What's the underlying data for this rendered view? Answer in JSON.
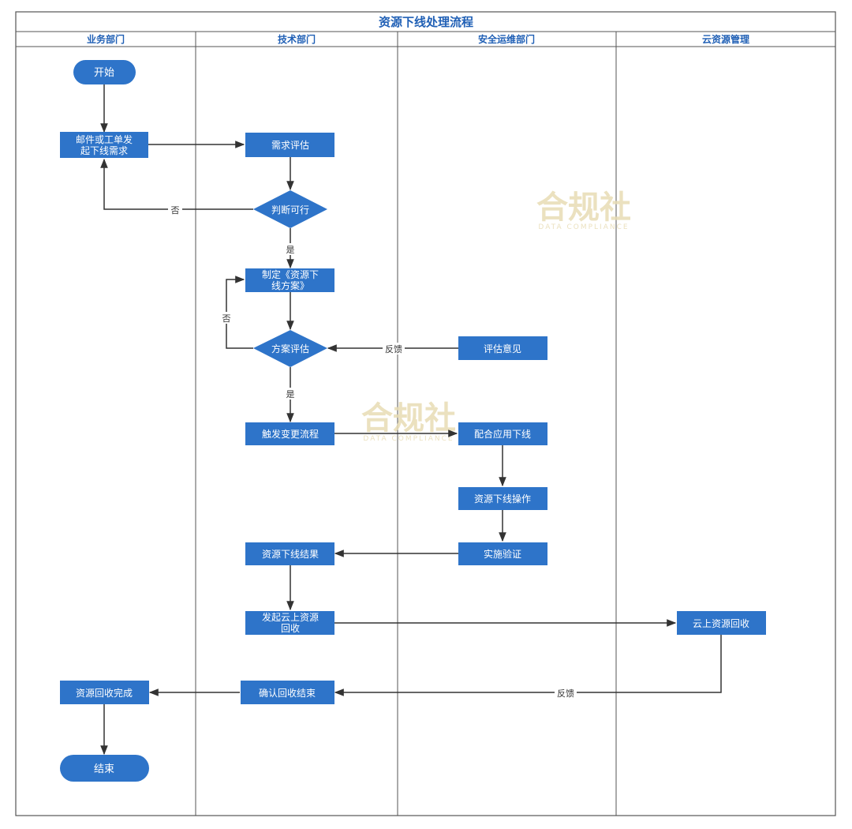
{
  "title": "资源下线处理流程",
  "lanes": [
    {
      "label": "业务部门"
    },
    {
      "label": "技术部门"
    },
    {
      "label": "安全运维部门"
    },
    {
      "label": "云资源管理"
    }
  ],
  "nodes": {
    "start": "开始",
    "request": [
      "邮件或工单发",
      "起下线需求"
    ],
    "assess": "需求评估",
    "feasible": "判断可行",
    "plan": [
      "制定《资源下",
      "线方案》"
    ],
    "plan_review": "方案评估",
    "opinion": "评估意见",
    "trigger": "触发变更流程",
    "cooperate": "配合应用下线",
    "operate": "资源下线操作",
    "verify": "实施验证",
    "result": "资源下线结果",
    "cloud_request": [
      "发起云上资源",
      "回收"
    ],
    "cloud_recycle": "云上资源回收",
    "confirm": "确认回收结束",
    "done": "资源回收完成",
    "end": "结束"
  },
  "edge_labels": {
    "no1": "否",
    "yes1": "是",
    "no2": "否",
    "yes2": "是",
    "feedback1": "反馈",
    "feedback2": "反馈"
  },
  "watermark": {
    "main": "合规社",
    "sub": "DATA COMPLIANCE"
  },
  "colors": {
    "node_fill": "#2e74c9",
    "node_text": "#ffffff",
    "line": "#333333",
    "title_text": "#1f5fb5",
    "frame": "#555555",
    "watermark": "#e8dcb4"
  }
}
